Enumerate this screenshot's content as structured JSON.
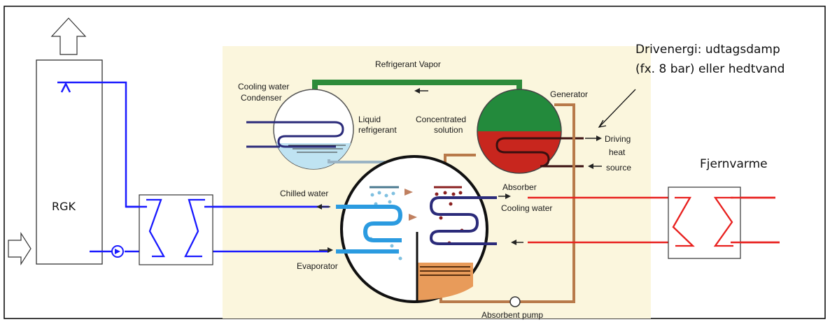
{
  "labels": {
    "rgk": "RGK",
    "fjernvarme": "Fjernvarme",
    "drive_energy_line1": "Drivenergi: udtagsdamp",
    "drive_energy_line2": "(fx. 8 bar) eller hedtvand",
    "refrigerant_vapor": "Refrigerant Vapor",
    "cooling_water_condenser_line1": "Cooling water",
    "cooling_water_condenser_line2": "Condenser",
    "generator": "Generator",
    "liquid_refrigerant_line1": "Liquid",
    "liquid_refrigerant_line2": "refrigerant",
    "concentrated_solution_line1": "Concentrated",
    "concentrated_solution_line2": "solution",
    "driving_heat_source_line1": "Driving",
    "driving_heat_source_line2": "heat",
    "driving_heat_source_line3": "source",
    "chilled_water": "Chilled water",
    "absorber": "Absorber",
    "cooling_water": "Cooling water",
    "evaporator": "Evaporator",
    "absorbent_pump": "Absorbent pump"
  },
  "colors": {
    "flue_gas_loop": "#1a1aff",
    "district_heating_loop": "#e8201e",
    "background_panel": "#fbf6dd",
    "vapor_pipe": "#2e8b3a",
    "generator_top": "#238a3c",
    "generator_bottom": "#c8261e",
    "chilled_coil": "#2b9be0",
    "absorber_coil": "#2b2b7a",
    "absorbent_pipe": "#b87a4a"
  }
}
